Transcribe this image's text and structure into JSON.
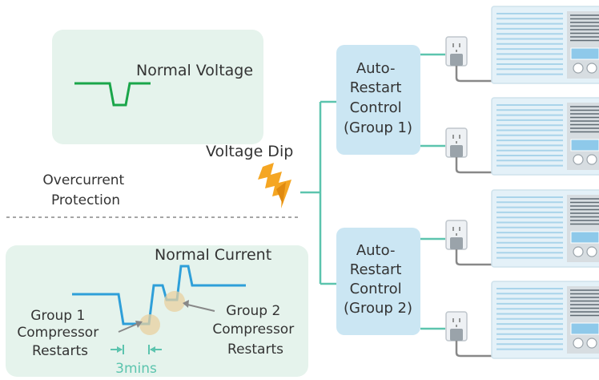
{
  "labels": {
    "normal_voltage": "Normal Voltage",
    "voltage_dip": "Voltage Dip",
    "overcurrent_line1": "Overcurrent",
    "overcurrent_line2": "Protection",
    "normal_current": "Normal Current",
    "group1_line1": "Group 1",
    "group1_line2": "Compressor",
    "group1_line3": "Restarts",
    "group2_line1": "Group 2",
    "group2_line2": "Compressor",
    "group2_line3": "Restarts",
    "delay": "3mins"
  },
  "controls": [
    {
      "line1": "Auto-",
      "line2": "Restart",
      "line3": "Control",
      "line4": "(Group 1)"
    },
    {
      "line1": "Auto-",
      "line2": "Restart",
      "line3": "Control",
      "line4": "(Group 2)"
    }
  ],
  "colors": {
    "panel_fill": "#e5f3ec",
    "control_fill": "#cbe6f3",
    "voltage_line": "#1aa64a",
    "current_line": "#2e9fd9",
    "connector": "#5cc4ae",
    "lightning": "#f5a623",
    "delay_text": "#5cc4ae",
    "unit_fill": "#e4f1f8",
    "outlet_cord": "#888888"
  },
  "icons": [
    "lightning-icon",
    "power-outlet-icon",
    "air-conditioner-icon"
  ]
}
